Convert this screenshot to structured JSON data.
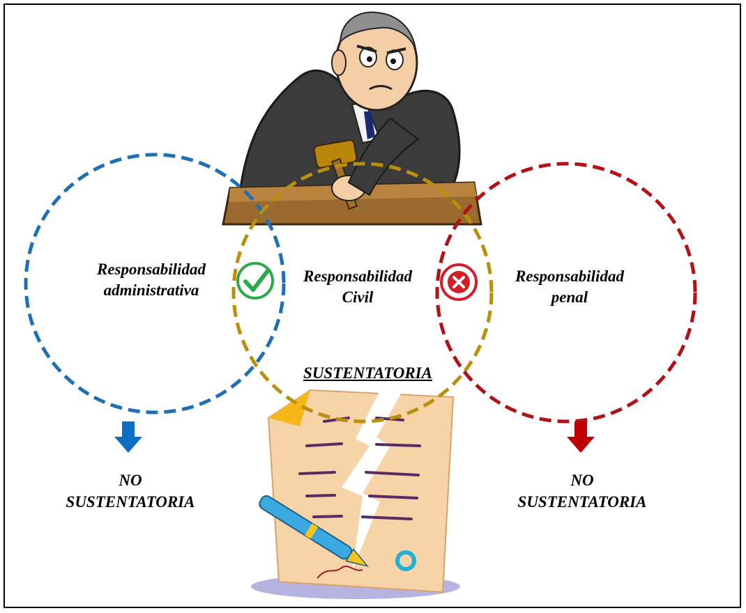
{
  "circles": [
    {
      "line1": "Responsabilidad",
      "line2": "administrativa",
      "color": "#1f6fb5"
    },
    {
      "line1": "Responsabilidad",
      "line2": "Civil",
      "color": "#b8900e"
    },
    {
      "line1": "Responsabilidad",
      "line2": "penal",
      "color": "#b01217"
    }
  ],
  "overlap_marks": {
    "left": "check-icon",
    "right": "x-icon",
    "check_color": "#2aa84a",
    "x_color": "#d11f2a"
  },
  "center_result": "SUSTENTATORIA",
  "outcomes": {
    "left": {
      "line1": "NO",
      "line2": "SUSTENTATORIA",
      "arrow_color": "#0a6fc2"
    },
    "right": {
      "line1": "NO",
      "line2": "SUSTENTATORIA",
      "arrow_color": "#c00000"
    }
  }
}
